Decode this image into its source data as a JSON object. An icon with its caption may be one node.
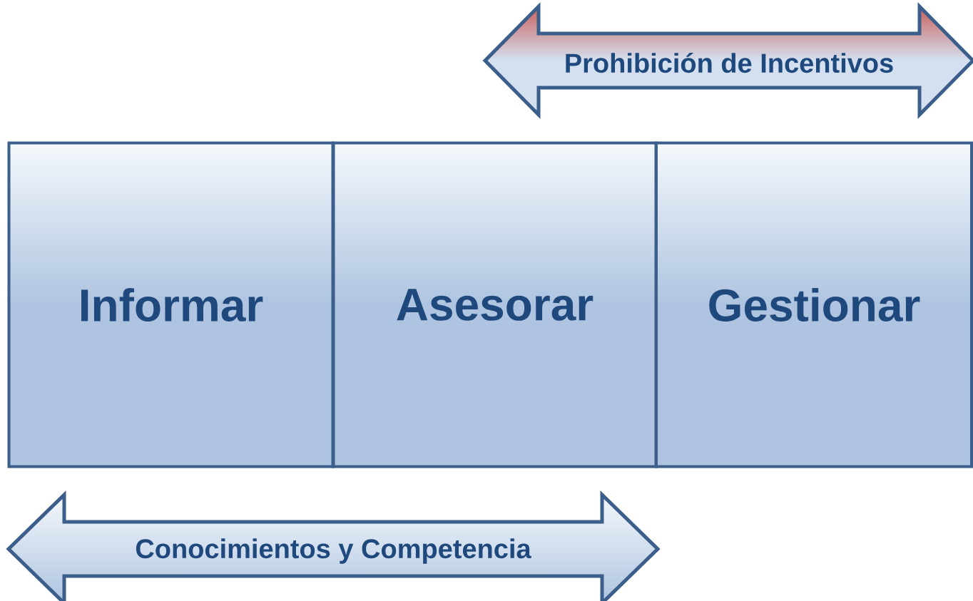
{
  "diagram": {
    "nodes": [
      {
        "text": [
          "Prohibición de Incentivos"
        ]
      },
      {
        "text": [
          "Informar"
        ]
      },
      {
        "text": [
          "Asesorar"
        ]
      },
      {
        "text": [
          "Gestionar"
        ]
      },
      {
        "text": [
          "Conocimientos  y Competencia"
        ]
      }
    ]
  }
}
